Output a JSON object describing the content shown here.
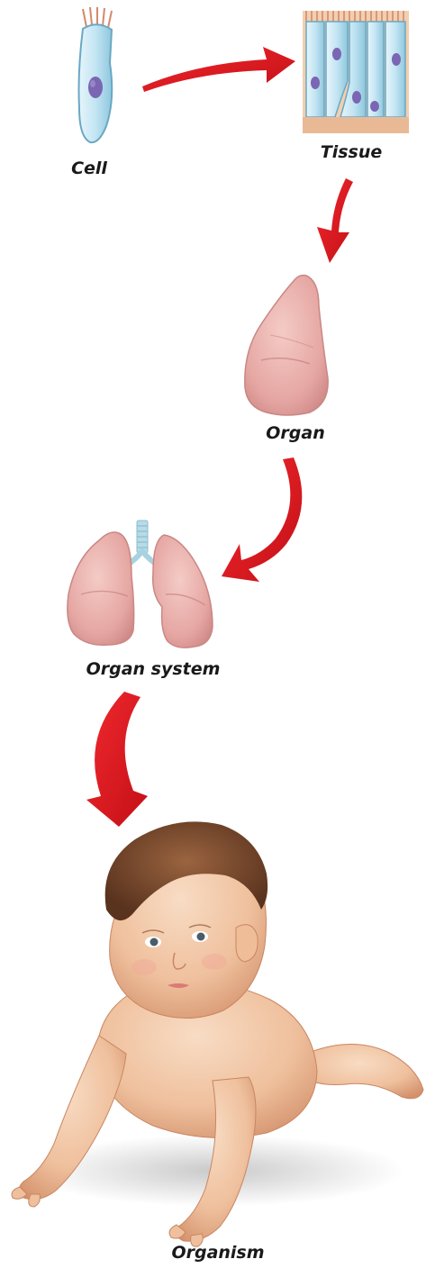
{
  "stages": [
    {
      "id": "cell",
      "label": "Cell"
    },
    {
      "id": "tissue",
      "label": "Tissue"
    },
    {
      "id": "organ",
      "label": "Organ"
    },
    {
      "id": "organ_system",
      "label": "Organ system"
    },
    {
      "id": "organism",
      "label": "Organism"
    }
  ],
  "colors": {
    "arrow": "#e3121b",
    "arrow_dark": "#b70d14",
    "cell_fill": "#bfe3f2",
    "cell_outline": "#6aa8c4",
    "nucleus": "#7b66b3",
    "tissue_bg": "#f3d3b5",
    "lung_fill": "#e9b1ad",
    "lung_shade": "#d48f8c",
    "trachea": "#a9d2e0",
    "skin": "#f1c6a3",
    "skin_shade": "#d99b78",
    "hair": "#7a4a2e"
  }
}
